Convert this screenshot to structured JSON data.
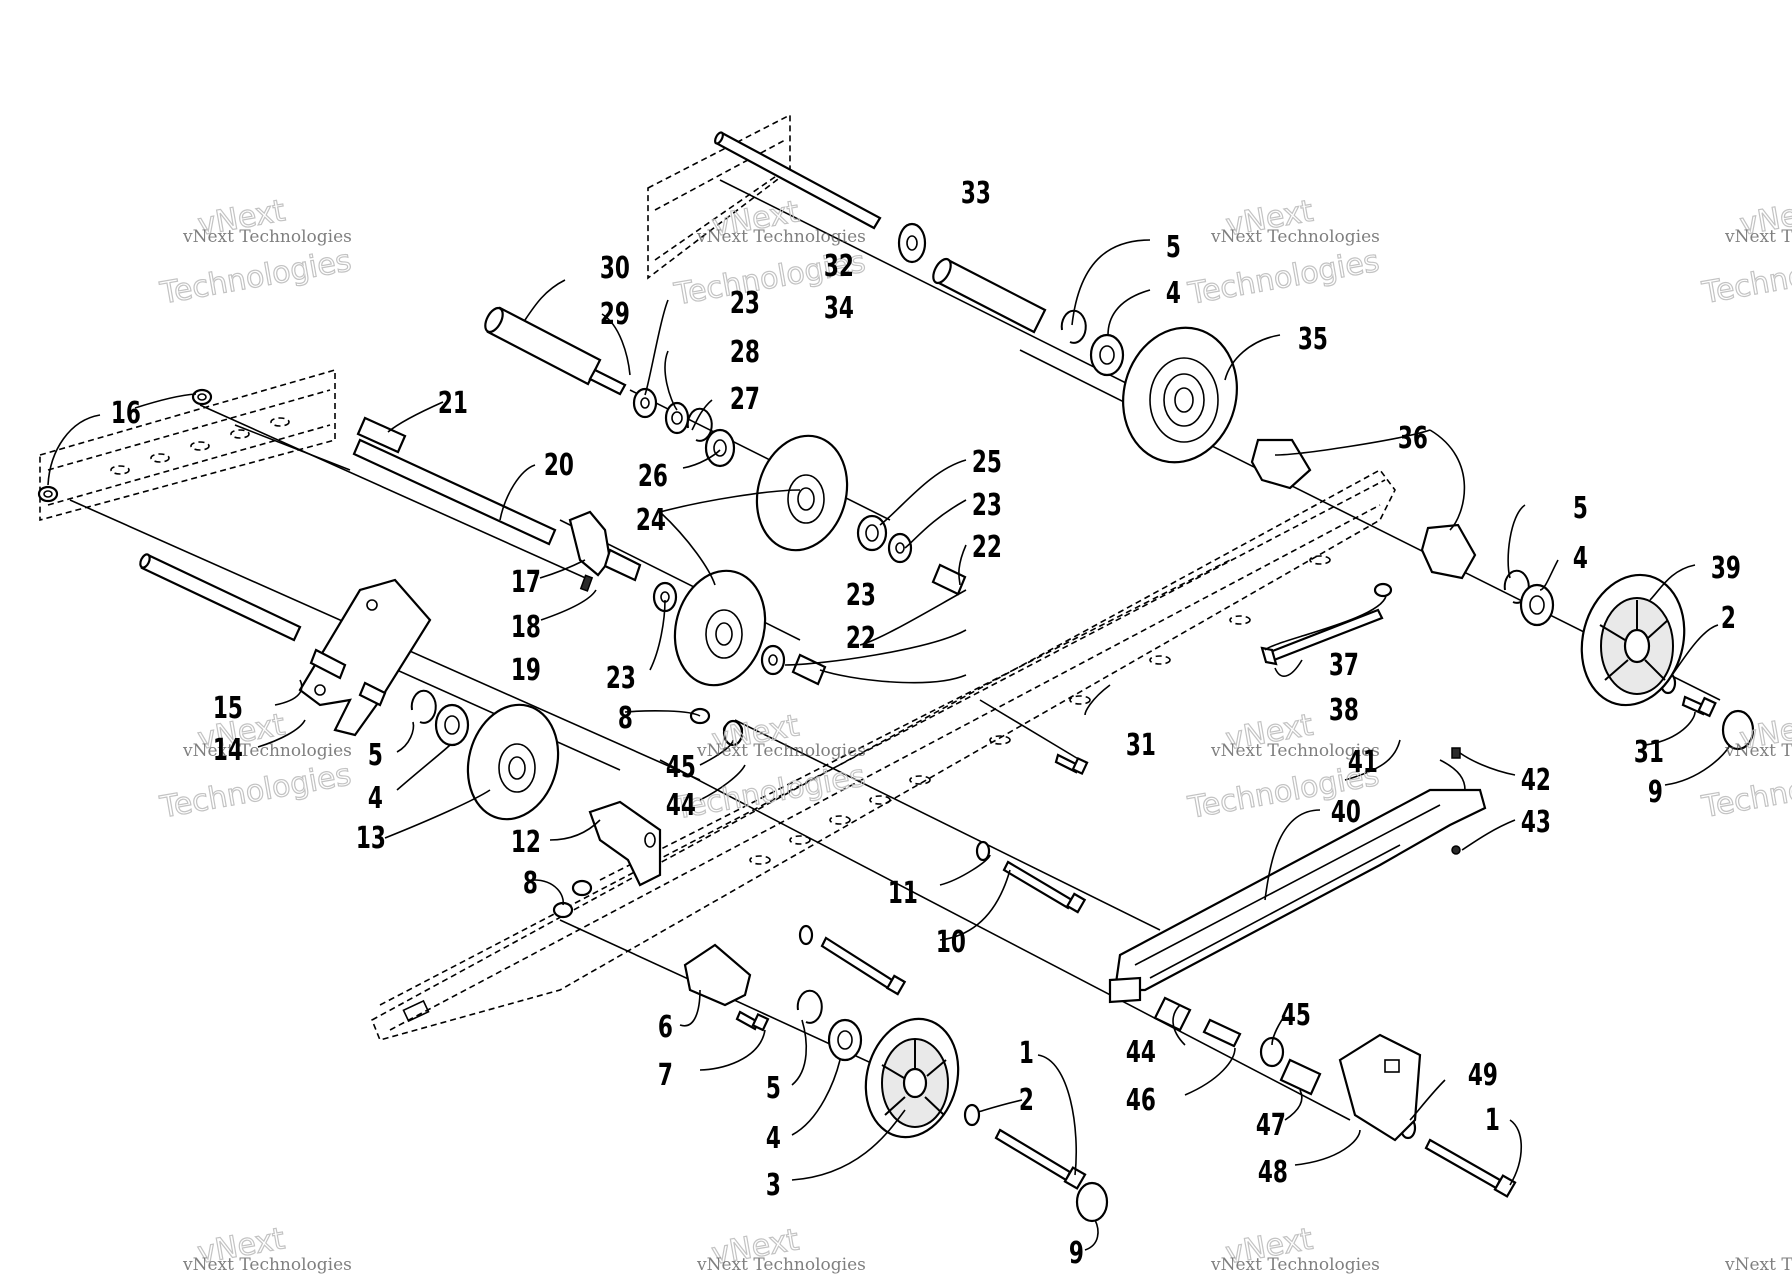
{
  "diagram": {
    "watermark_text": "vNext Technologies",
    "watermark_word_vnext": "vNext",
    "watermark_word_tech": "Technologies",
    "callouts": [
      "1",
      "2",
      "3",
      "4",
      "5",
      "6",
      "7",
      "8",
      "9",
      "10",
      "11",
      "12",
      "13",
      "14",
      "15",
      "16",
      "17",
      "18",
      "19",
      "20",
      "21",
      "22",
      "23",
      "24",
      "25",
      "26",
      "27",
      "28",
      "29",
      "30",
      "31",
      "32",
      "33",
      "34",
      "35",
      "36",
      "37",
      "38",
      "39",
      "40",
      "41",
      "42",
      "43",
      "44",
      "45",
      "46",
      "47",
      "48",
      "49"
    ]
  }
}
